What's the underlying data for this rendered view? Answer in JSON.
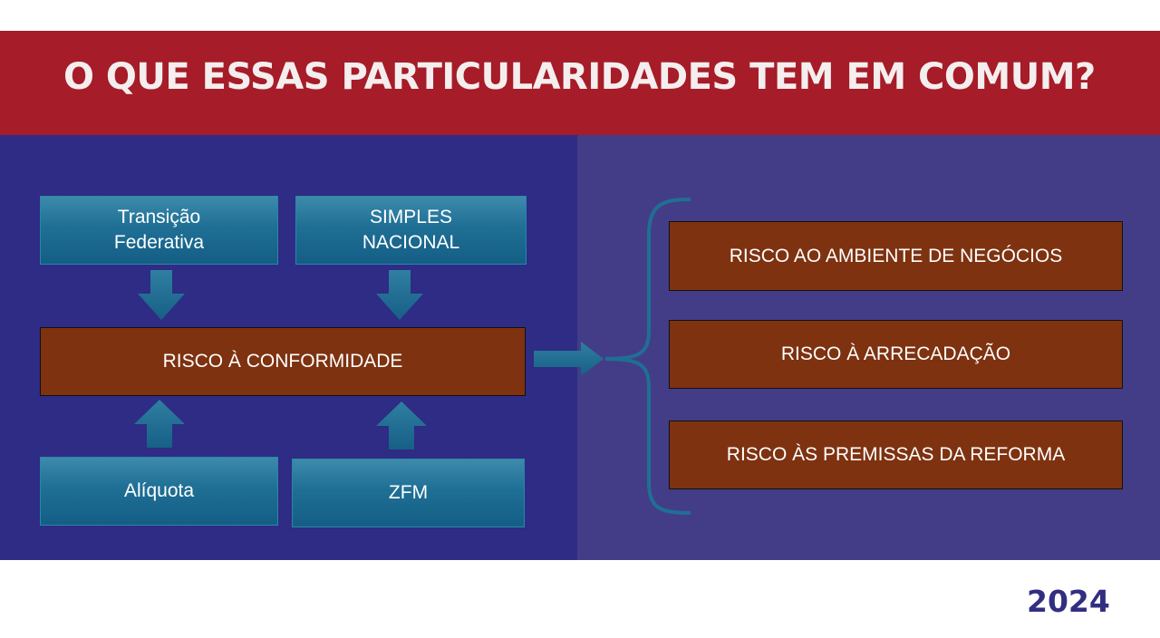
{
  "title": "O QUE ESSAS PARTICULARIDADES TEM EM COMUM?",
  "inputs": {
    "top_left": [
      "Transição",
      "Federativa"
    ],
    "top_right": [
      "SIMPLES",
      "NACIONAL"
    ],
    "bottom_left": "Alíquota",
    "bottom_right": "ZFM"
  },
  "center": "RISCO À CONFORMIDADE",
  "outcomes": [
    "RISCO AO AMBIENTE DE NEGÓCIOS",
    "RISCO À ARRECADAÇÃO",
    "RISCO ÀS PREMISSAS DA REFORMA"
  ],
  "year": "2024",
  "colors": {
    "title_bar": "#a61c28",
    "left_panel": "#2e2c84",
    "right_panel": "#433d88",
    "teal": "#1f6f95",
    "brown": "#7e3210",
    "year_text": "#322f82"
  }
}
